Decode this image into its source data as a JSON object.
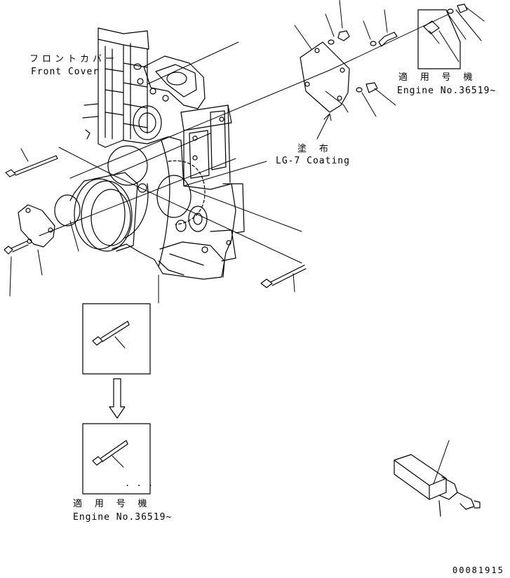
{
  "labels": {
    "front_cover_jp": "フロントカバー",
    "front_cover_en": "Front Cover",
    "applicable_jp_1": "適 用 号 機",
    "engine_no_1": "Engine No.36519~",
    "coating_jp": "塗 布",
    "coating_en": "LG-7 Coating",
    "applicable_jp_2": "適 用 号 機",
    "engine_no_2": "Engine No.36519~",
    "small_dots": ". . .",
    "drawing_number": "00081915"
  }
}
